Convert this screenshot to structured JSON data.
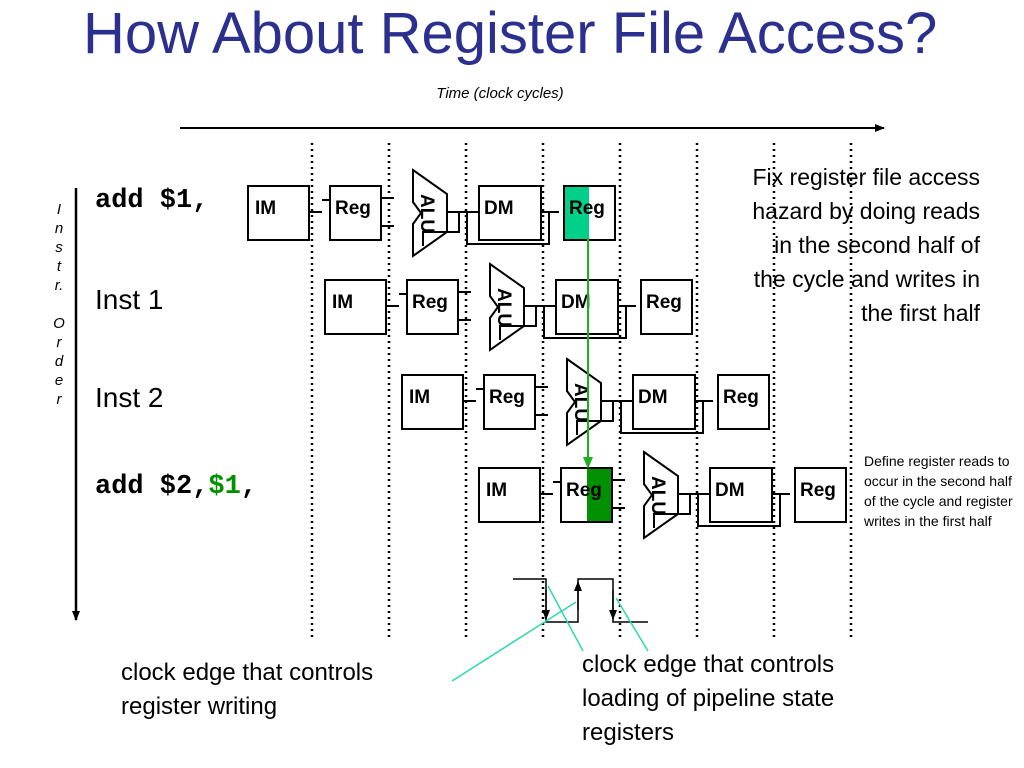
{
  "title": "How About Register File Access?",
  "time_axis": {
    "label": "Time (clock cycles)"
  },
  "order_axis": {
    "letters": [
      "I",
      "n",
      "s",
      "t",
      "r.",
      "",
      "O",
      "r",
      "d",
      "e",
      "r"
    ]
  },
  "instructions": [
    {
      "text": "add $1,"
    },
    {
      "text": "Inst 1"
    },
    {
      "text": "Inst 2"
    },
    {
      "text_prefix": "add $2,",
      "text_highlight": "$1",
      "text_suffix": ","
    }
  ],
  "stage_labels": {
    "im": "IM",
    "reg": "Reg",
    "alu": "ALU",
    "dm": "DM"
  },
  "notes": {
    "right": "Fix register file access hazard by doing reads in the second half of the cycle and writes in the first half",
    "small": "Define register reads to occur in the second half of the cycle and register writes in the first half"
  },
  "captions": {
    "write_edge": "clock edge that controls register writing",
    "load_edge": "clock edge that controls loading of pipeline state registers"
  },
  "colors": {
    "title": "#2B2F8E",
    "write_highlight": "#00D08A",
    "read_highlight": "#009000",
    "forward_arrow": "#1FAF1F",
    "caption_pointer": "#2ED8B0"
  }
}
